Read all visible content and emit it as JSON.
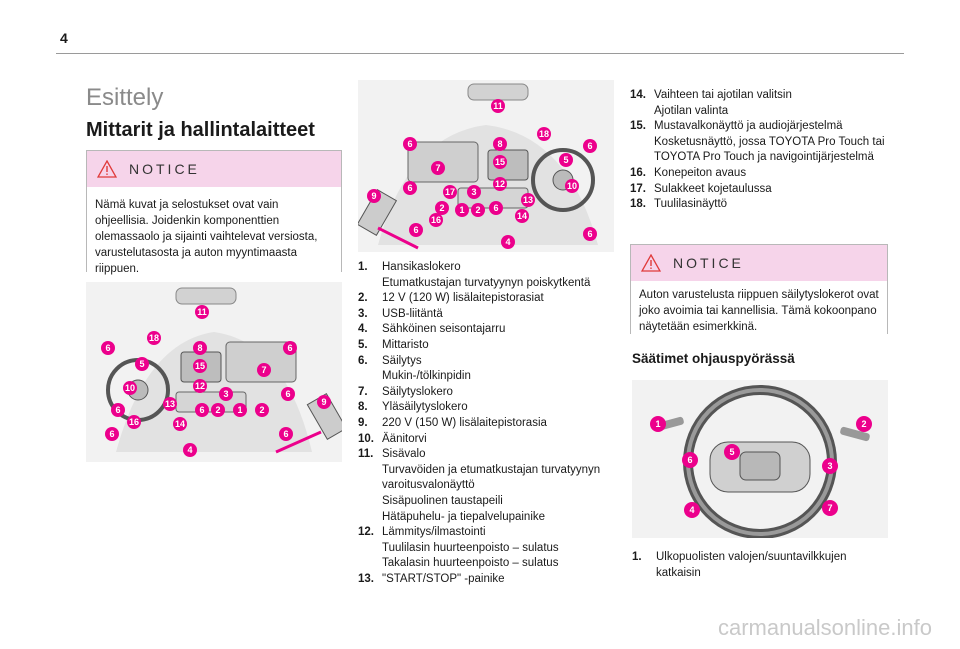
{
  "page": {
    "number": "4"
  },
  "title": "Esittely",
  "subtitle": "Mittarit ja hallintalaitteet",
  "notice1": {
    "label": "NOTICE",
    "text": "Nämä kuvat ja selostukset ovat vain ohjeellisia. Joidenkin komponenttien olemassaolo ja sijainti vaihtelevat versiosta, varustelutasosta ja auton myyntimaasta riippuen."
  },
  "list_mid": [
    {
      "num": "1.",
      "lines": [
        "Hansikaslokero",
        "Etumatkustajan turvatyynyn poiskytkentä"
      ]
    },
    {
      "num": "2.",
      "lines": [
        "12 V (120 W) lisälaitepistorasiat"
      ]
    },
    {
      "num": "3.",
      "lines": [
        "USB-liitäntä"
      ]
    },
    {
      "num": "4.",
      "lines": [
        "Sähköinen seisontajarru"
      ]
    },
    {
      "num": "5.",
      "lines": [
        "Mittaristo"
      ]
    },
    {
      "num": "6.",
      "lines": [
        "Säilytys",
        "Mukin-/tölkinpidin"
      ]
    },
    {
      "num": "7.",
      "lines": [
        "Säilytyslokero"
      ]
    },
    {
      "num": "8.",
      "lines": [
        "Yläsäilytyslokero"
      ]
    },
    {
      "num": "9.",
      "lines": [
        "220 V (150 W) lisälaitepistorasia"
      ]
    },
    {
      "num": "10.",
      "lines": [
        "Äänitorvi"
      ]
    },
    {
      "num": "11.",
      "lines": [
        "Sisävalo",
        "Turvavöiden ja etumatkustajan turvatyynyn varoitusvalonäyttö",
        "Sisäpuolinen taustapeili",
        "Hätäpuhelu- ja tiepalvelupainike"
      ]
    },
    {
      "num": "12.",
      "lines": [
        "Lämmitys/ilmastointi",
        "Tuulilasin huurteenpoisto – sulatus",
        "Takalasin huurteenpoisto – sulatus"
      ]
    },
    {
      "num": "13.",
      "lines": [
        "\"START/STOP\" -painike"
      ]
    }
  ],
  "list_right": [
    {
      "num": "14.",
      "lines": [
        "Vaihteen tai ajotilan valitsin",
        "Ajotilan valinta"
      ]
    },
    {
      "num": "15.",
      "lines": [
        "Mustavalkonäyttö ja audiojärjestelmä",
        "Kosketusnäyttö, jossa TOYOTA Pro Touch tai TOYOTA Pro Touch ja navigointijärjestelmä"
      ]
    },
    {
      "num": "16.",
      "lines": [
        "Konepeiton avaus"
      ]
    },
    {
      "num": "17.",
      "lines": [
        "Sulakkeet kojetaulussa"
      ]
    },
    {
      "num": "18.",
      "lines": [
        "Tuulilasinäyttö"
      ]
    }
  ],
  "notice2": {
    "label": "NOTICE",
    "text": "Auton varustelusta riippuen säilytyslokerot ovat joko avoimia tai kannellisia. Tämä kokoonpano näytetään esimerkkinä."
  },
  "heading_steering": "Säätimet ohjauspyörässä",
  "list_steering": [
    {
      "num": "1.",
      "lines": [
        "Ulkopuolisten valojen/suuntavilkkujen katkaisin"
      ]
    }
  ],
  "watermark": "carmanualsonline.info",
  "colors": {
    "accent": "#ec008c",
    "notice_bg": "#fbdbf0"
  }
}
